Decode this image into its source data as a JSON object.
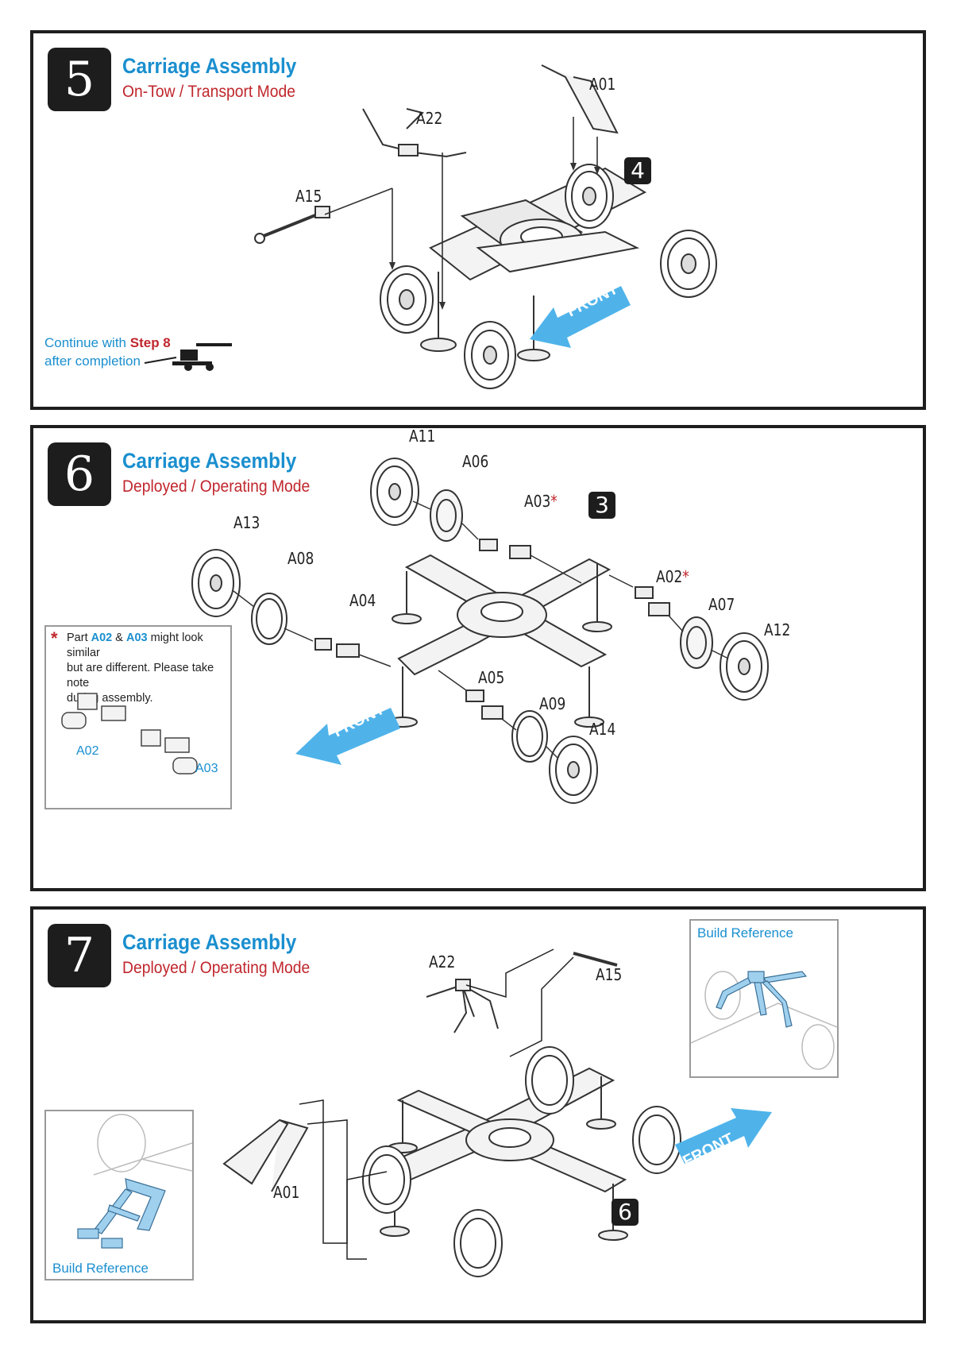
{
  "steps": [
    {
      "number": "5",
      "title": "Carriage Assembly",
      "subtitle": "On-Tow / Transport Mode",
      "parts": [
        "A01",
        "A22",
        "A15"
      ],
      "subassembly_ref": "4",
      "direction_label": "FRONT",
      "continue_note": {
        "prefix": "Continue with",
        "step": "Step 8",
        "suffix": "after completion"
      }
    },
    {
      "number": "6",
      "title": "Carriage Assembly",
      "subtitle": "Deployed / Operating Mode",
      "parts": [
        "A11",
        "A06",
        "A03",
        "A13",
        "A08",
        "A04",
        "A02",
        "A07",
        "A12",
        "A05",
        "A09",
        "A14"
      ],
      "starred_mark": "*",
      "subassembly_ref": "3",
      "direction_label": "FRONT",
      "note": {
        "star": "*",
        "line1_a": "Part",
        "part_a": "A02",
        "amp": "&",
        "part_b": "A03",
        "line1_b": "might look similar",
        "line2": "but are different.  Please take note",
        "line3": "during assembly.",
        "label_a": "A02",
        "label_b": "A03"
      }
    },
    {
      "number": "7",
      "title": "Carriage Assembly",
      "subtitle": "Deployed / Operating Mode",
      "parts": [
        "A22",
        "A15",
        "A01"
      ],
      "subassembly_ref": "6",
      "direction_label": "FRONT",
      "build_reference_label": "Build Reference"
    }
  ],
  "colors": {
    "frame": "#1e1e1e",
    "title_blue": "#1a8fcf",
    "subtitle_red": "#c0272d",
    "arrow_blue": "#4fb3ea",
    "highlight_blue": "#9fd0ee"
  }
}
